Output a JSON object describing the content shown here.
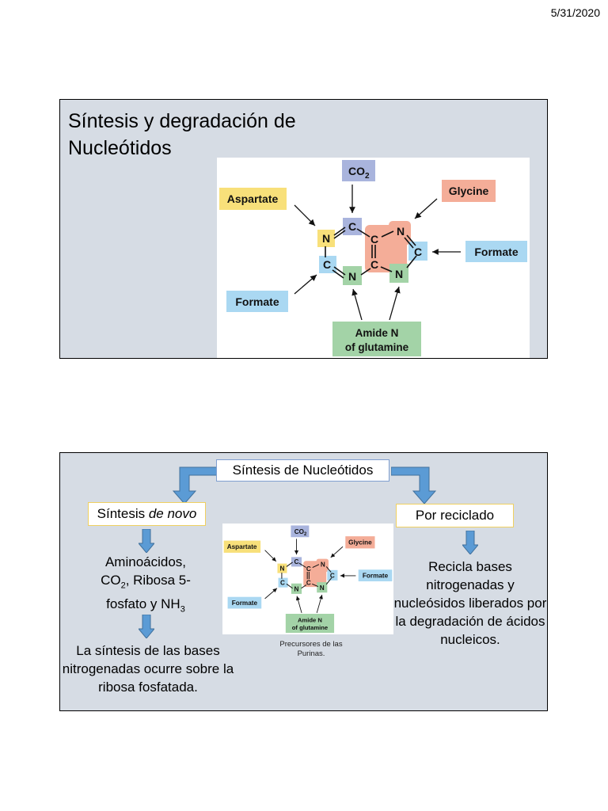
{
  "date": "5/31/2020",
  "slide1": {
    "title_line1": "Síntesis y degradación de",
    "title_line2": "Nucleótidos"
  },
  "figure": {
    "co2": "CO",
    "co2_sub": "2",
    "aspartate": "Aspartate",
    "glycine": "Glycine",
    "formate": "Formate",
    "amide_line1": "Amide N",
    "amide_line2": "of glutamine",
    "atoms": {
      "n": "N",
      "c": "C"
    },
    "colors": {
      "aspartate": "#f8e07a",
      "co2": "#a9b4dd",
      "glycine": "#f4ad98",
      "formate": "#aad8f2",
      "amide": "#a3d3a7"
    }
  },
  "slide2": {
    "center_title": "Síntesis de Nucleótidos",
    "denovo_prefix": "Síntesis ",
    "denovo_italic": "de novo",
    "reciclado": "Por reciclado",
    "amino_line1": "Aminoácidos,",
    "amino_line2_a": "CO",
    "amino_line2_sub": "2",
    "amino_line2_b": ", Ribosa 5-",
    "amino_line3_a": "fosfato y NH",
    "amino_line3_sub": "3",
    "sintesis_text": "La síntesis de las bases nitrogenadas ocurre sobre la ribosa fosfatada.",
    "recicla_text": "Recicla bases nitrogenadas y nucleósidos liberados por la degradación de ácidos nucleicos.",
    "caption_line1": "Precursores de las",
    "caption_line2": "Purinas.",
    "arrow_color": "#5b9bd5"
  }
}
